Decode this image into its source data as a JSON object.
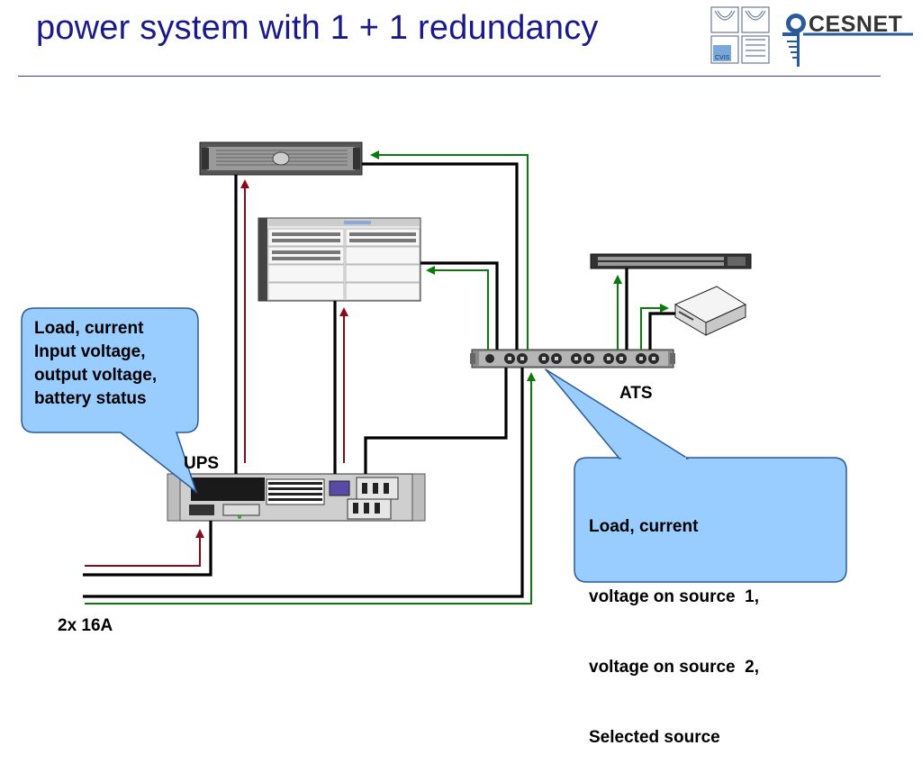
{
  "slide": {
    "title": "power system with 1 + 1 redundancy"
  },
  "logos": {
    "left_text": "CVIS",
    "right_text": "CESNET"
  },
  "labels": {
    "ups": "UPS",
    "ats": "ATS",
    "supply": "2x 16A"
  },
  "callouts": {
    "ups_lines": [
      "Load, current",
      "Input voltage,",
      "output voltage,",
      "battery status"
    ],
    "ats_lines": [
      "Load, current",
      "voltage on source  1,",
      "voltage on source  2,",
      "Selected source"
    ]
  },
  "colors": {
    "title": "#1a1a8c",
    "callout_fill": "#99ccff",
    "callout_border": "#2a5a9a",
    "line_black": "#000000",
    "line_red": "#8b0a1a",
    "line_green": "#0a7a0a"
  }
}
